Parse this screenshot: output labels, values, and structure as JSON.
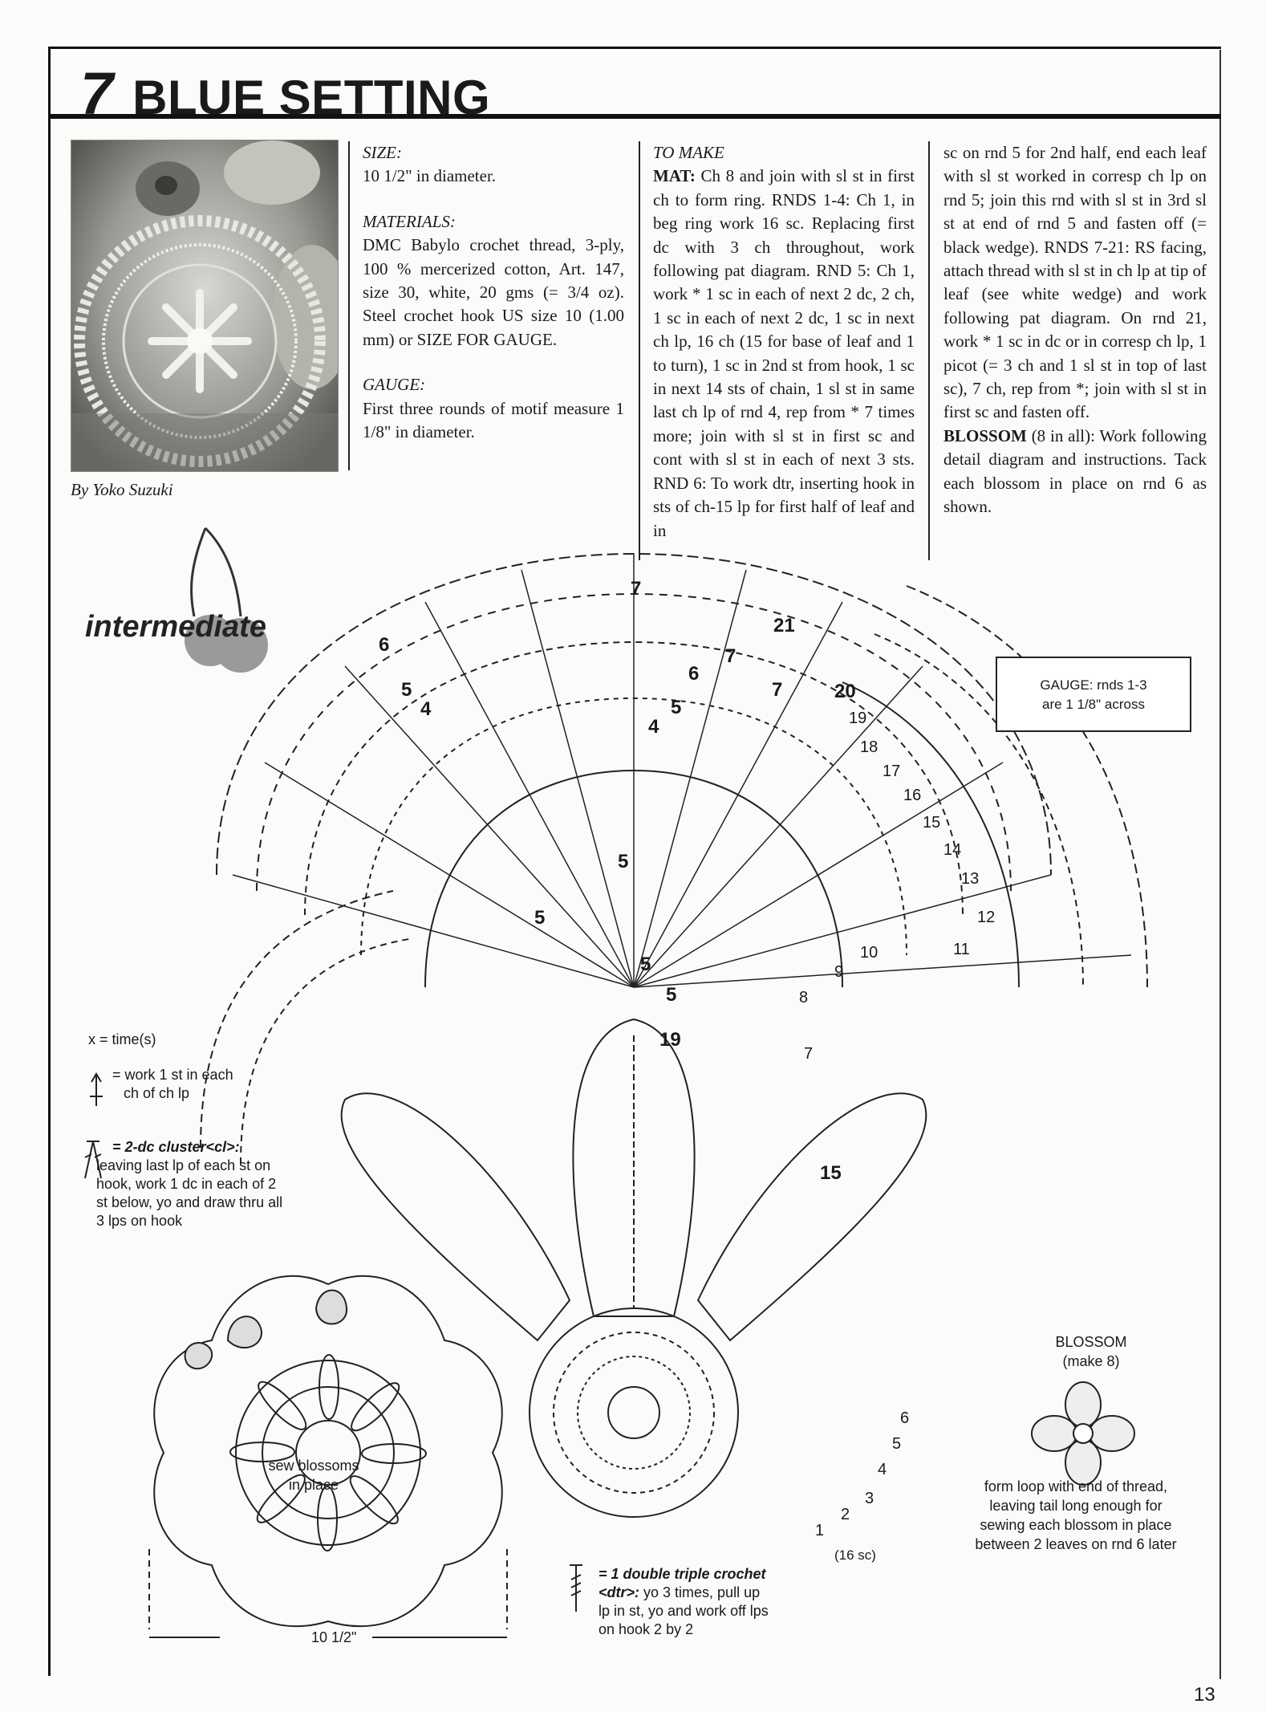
{
  "header": {
    "number": "7",
    "title": "BLUE SETTING"
  },
  "byline": "By Yoko Suzuki",
  "skill_level": "intermediate",
  "column1": {
    "size_heading": "SIZE:",
    "size_text": "10 1/2\" in diameter.",
    "materials_heading": "MATERIALS:",
    "materials_text": "DMC Babylo crochet thread, 3-ply, 100 % mercerized cotton, Art. 147, size 30, white, 20 gms (= 3/4 oz). Steel crochet hook US size 10 (1.00 mm) or SIZE FOR GAUGE.",
    "gauge_heading": "GAUGE:",
    "gauge_text": "First three rounds of motif measure 1 1/8\" in diameter."
  },
  "column2": {
    "heading": "TO MAKE",
    "mat_label": "MAT:",
    "text": "Ch 8 and join with sl st in first ch to form ring. RNDS 1-4: Ch 1, in beg ring work 16 sc. Replacing first dc with 3 ch throughout, work following pat diagram. RND 5: Ch 1, work * 1 sc in each of next 2 dc, 2 ch, 1 sc in each of next 2 dc, 1 sc in next ch lp, 16 ch (15 for base of leaf and 1 to turn), 1 sc in 2nd st from hook, 1 sc in next 14 sts of chain, 1 sl st in same last ch lp of rnd 4, rep from * 7 times more; join with sl st in first sc and cont with sl st in each of next 3 sts. RND 6: To work dtr, inserting hook in sts of ch-15 lp for first half of leaf and in"
  },
  "column3": {
    "text": "sc on rnd 5 for 2nd half, end each leaf with sl st worked in corresp ch lp on rnd 5; join this rnd with sl st in 3rd sl st at end of rnd 5 and fasten off (= black wedge). RNDS 7-21: RS facing, attach thread with sl st in ch lp at tip of leaf (see white wedge) and work following pat diagram. On rnd 21, work * 1 sc in dc or in corresp ch lp, 1 picot (= 3 ch and 1 sl st in top of last sc), 7 ch, rep from *; join with sl st in first sc and fasten off.",
    "blossom_label": "BLOSSOM",
    "blossom_text": "(8 in all): Work following detail diagram and instructions. Tack each blossom in place on rnd 6 as shown."
  },
  "gauge_box": {
    "line1": "GAUGE: rnds 1-3",
    "line2": "are 1 1/8\" across"
  },
  "legend": {
    "times": "x = time(s)",
    "work1_line1": "= work 1 st in each",
    "work1_line2": "ch of ch lp",
    "cluster_title": "= 2-dc cluster<cl>:",
    "cluster_lines": [
      "leaving last lp of each st on",
      "hook, work 1 dc in each of 2",
      "st below, yo and draw thru all",
      "3 lps on hook"
    ],
    "dtr_title_1": "= 1 double triple crochet",
    "dtr_title_2": "<dtr>:",
    "dtr_line_1": " yo 3 times, pull up",
    "dtr_line_2": "lp in st, yo and work off lps",
    "dtr_line_3": "on hook 2 by 2"
  },
  "blossom_detail": {
    "title": "BLOSSOM",
    "subtitle": "(make 8)",
    "caption": [
      "form loop with end of thread,",
      "leaving tail long enough for",
      "sewing each blossom in place",
      "between 2 leaves on rnd 6 later"
    ]
  },
  "layout_diagram": {
    "sew_label_1": "sew blossoms",
    "sew_label_2": "in place",
    "dimension": "10 1/2\""
  },
  "round_labels": {
    "center": [
      "1",
      "2",
      "3",
      "4",
      "5",
      "6"
    ],
    "sixteen_sc": "(16 sc)",
    "leaf": "15",
    "bottom": "19",
    "lower": [
      "7",
      "8",
      "9",
      "10",
      "11",
      "12"
    ],
    "right_arc": [
      "13",
      "14",
      "15",
      "16",
      "17",
      "18",
      "19",
      "20",
      "21"
    ],
    "repeat_5": [
      "5",
      "5",
      "5",
      "5"
    ],
    "top_left": [
      "6",
      "5",
      "4"
    ],
    "top_mid": [
      "7",
      "6",
      "5",
      "4",
      "7",
      "7"
    ]
  },
  "page_number": "13"
}
